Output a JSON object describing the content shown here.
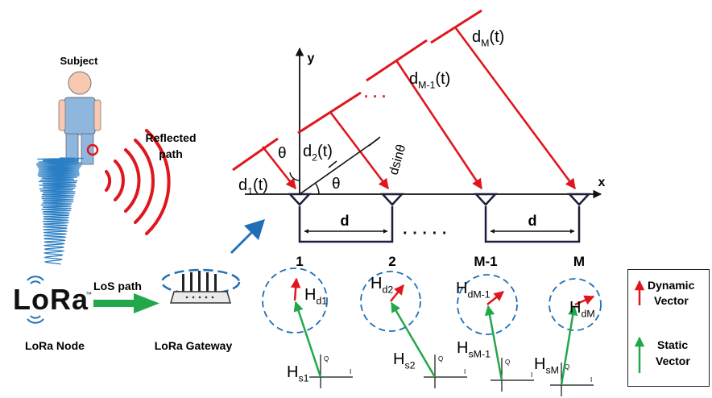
{
  "labels": {
    "subject": "Subject",
    "reflected_path_line1": "Reflected",
    "reflected_path_line2": "path",
    "lora_logo": "LoRa",
    "lora_tm": "™",
    "los_path": "LoS path",
    "lora_node": "LoRa Node",
    "lora_gateway": "LoRa Gateway",
    "axis_x": "x",
    "axis_y": "y",
    "theta": "θ",
    "dsin_theta": "dsinθ",
    "d": "d",
    "dots": "· · · · ·",
    "upper_dots": "· · ·"
  },
  "distances": [
    {
      "base": "d",
      "sub": "1",
      "tail": "(t)"
    },
    {
      "base": "d",
      "sub": "2",
      "tail": "(t)"
    },
    {
      "base": "d",
      "sub": "M-1",
      "tail": "(t)"
    },
    {
      "base": "d",
      "sub": "M",
      "tail": "(t)"
    }
  ],
  "antennas": [
    "1",
    "2",
    "M-1",
    "M"
  ],
  "dynamic_vectors": [
    {
      "base": "H",
      "sub": "d1"
    },
    {
      "base": "H",
      "sub": "d2"
    },
    {
      "base": "H",
      "sub": "dM-1"
    },
    {
      "base": "H",
      "sub": "dM"
    }
  ],
  "static_vectors": [
    {
      "base": "H",
      "sub": "s1"
    },
    {
      "base": "H",
      "sub": "s2"
    },
    {
      "base": "H",
      "sub": "sM-1"
    },
    {
      "base": "H",
      "sub": "sM"
    }
  ],
  "axis_q": "Q",
  "axis_i": "I",
  "legend": {
    "dynamic_line1": "Dynamic",
    "dynamic_line2": "Vector",
    "static_line1": "Static",
    "static_line2": "Vector"
  },
  "colors": {
    "red": "#e0161e",
    "green": "#22a84a",
    "blue": "#1f6fb5",
    "dark": "#1a1f3a"
  }
}
